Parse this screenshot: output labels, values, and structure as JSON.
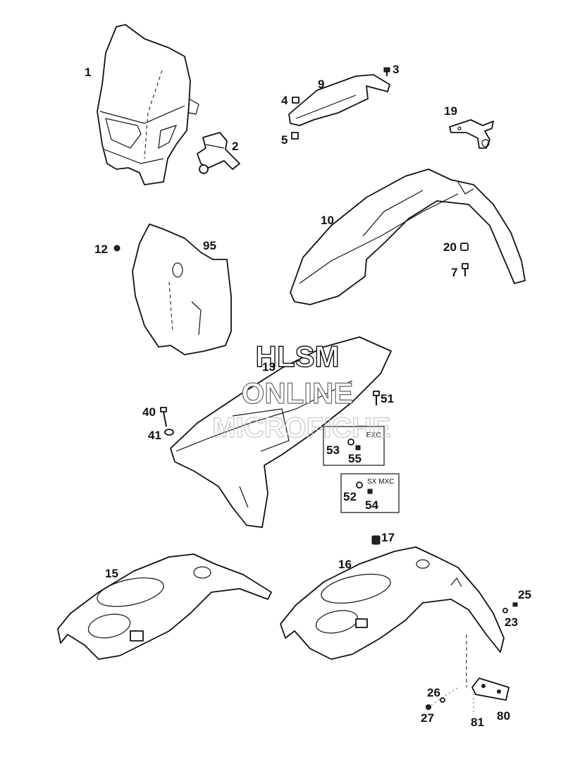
{
  "diagram": {
    "parts": {
      "p1": "1",
      "p2": "2",
      "p3": "3",
      "p4": "4",
      "p5": "5",
      "p9": "9",
      "p19": "19",
      "p10": "10",
      "p20": "20",
      "p7": "7",
      "p12": "12",
      "p95": "95",
      "p13": "13",
      "p51": "51",
      "p40": "40",
      "p41": "41",
      "p53": "53",
      "p55": "55",
      "p52": "52",
      "p54": "54",
      "p17": "17",
      "p15": "15",
      "p16": "16",
      "p25": "25",
      "p23": "23",
      "p26": "26",
      "p27": "27",
      "p81": "81",
      "p80": "80"
    },
    "box_exc": "EXC",
    "box_sx": "SX MXC"
  },
  "watermark": {
    "line1": "HLSM",
    "line2": "ONLINE",
    "line3": "MICROFICHE"
  }
}
